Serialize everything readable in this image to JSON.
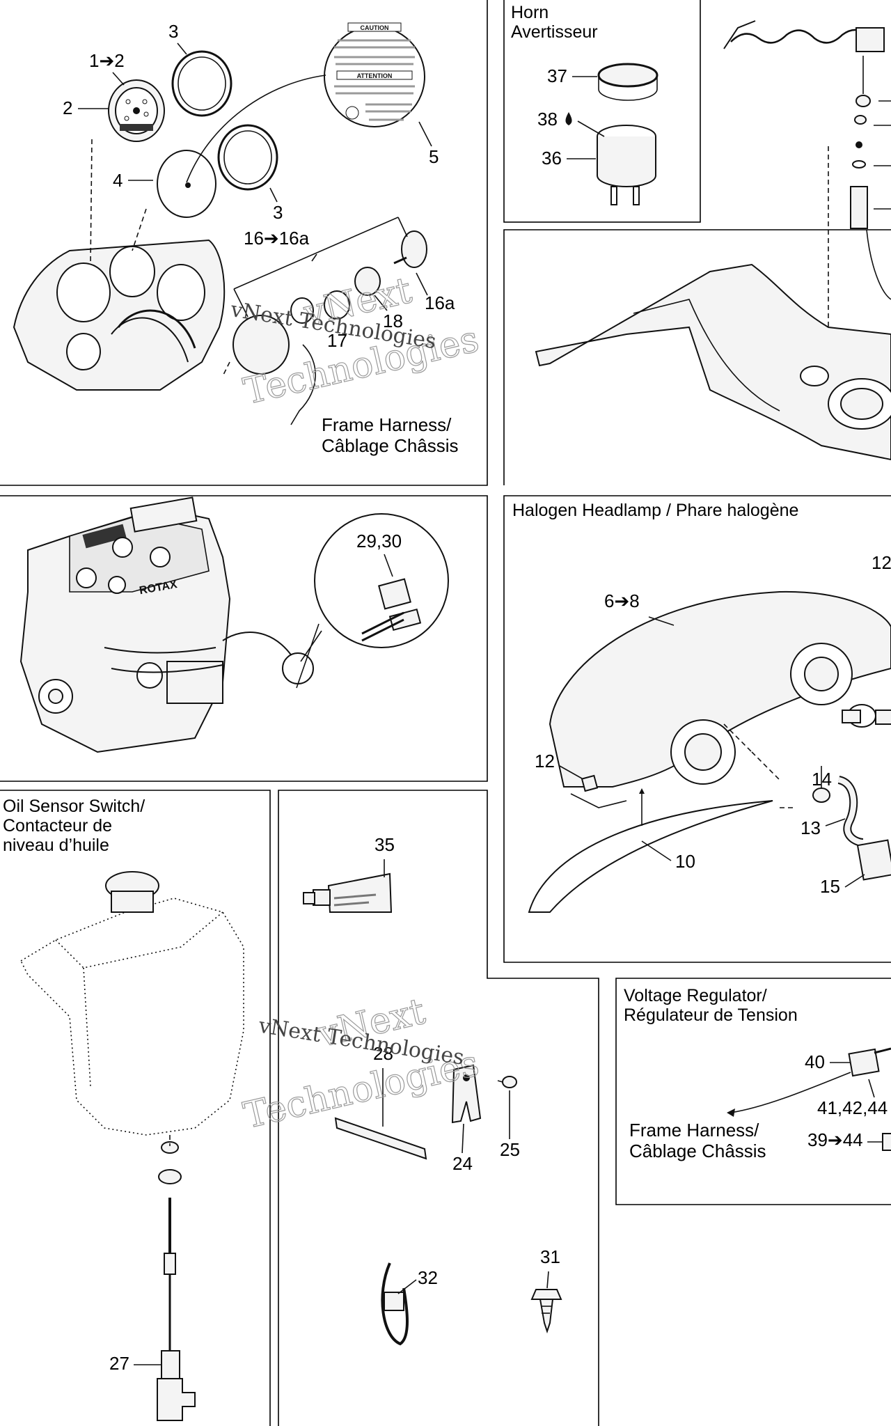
{
  "panels": {
    "horn": {
      "title_line1": "Horn",
      "title_line2": "Avertisseur"
    },
    "headlamp": {
      "title": "Halogen Headlamp / Phare halogène"
    },
    "oil_sensor": {
      "title_line1": "Oil Sensor Switch/",
      "title_line2": "Contacteur de",
      "title_line3": "niveau d’huile"
    },
    "voltage_regulator": {
      "title_line1": "Voltage Regulator/",
      "title_line2": "Régulateur de Tension"
    }
  },
  "harness_labels": {
    "frame_harness_1": {
      "line1": "Frame Harness/",
      "line2": "Câblage Châssis"
    },
    "frame_harness_2": {
      "line1": "Frame Harness/",
      "line2": "Câblage Châssis"
    }
  },
  "callouts": {
    "c1to2": "1➔2",
    "c2": "2",
    "c3a": "3",
    "c3b": "3",
    "c4": "4",
    "c5": "5",
    "c16to16a": "16➔16a",
    "c16a": "16a",
    "c17": "17",
    "c18": "18",
    "c37": "37",
    "c38": "38",
    "c36": "36",
    "c29_30": "29,30",
    "c6to8": "6➔8",
    "c12a": "12",
    "c12b": "12",
    "c14": "14",
    "c13": "13",
    "c10": "10",
    "c15": "15",
    "c35": "35",
    "c28": "28",
    "c24": "24",
    "c25": "25",
    "c32": "32",
    "c31": "31",
    "c27": "27",
    "c40": "40",
    "c41_42_44": "41,42,44",
    "c39to44": "39➔44"
  },
  "decal": {
    "caution_heading": "CAUTION",
    "attention_heading": "ATTENTION"
  },
  "engine_brand": "ROTAX",
  "watermark": {
    "line1": "vNext",
    "line2": "Technologies",
    "inline": "vNext Technologies"
  }
}
